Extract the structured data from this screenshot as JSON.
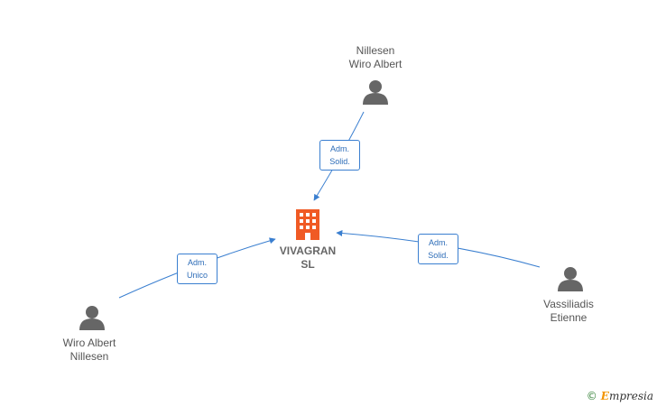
{
  "company": {
    "line1": "VIVAGRAN",
    "line2": "SL",
    "color": "#f05a24"
  },
  "people": [
    {
      "id": "p1",
      "line1": "Nillesen",
      "line2": "Wiro Albert"
    },
    {
      "id": "p2",
      "line1": "Wiro Albert",
      "line2": "Nillesen"
    },
    {
      "id": "p3",
      "line1": "Vassiliadis",
      "line2": "Etienne"
    }
  ],
  "edges": [
    {
      "from": "p1",
      "line1": "Adm.",
      "line2": "Solid."
    },
    {
      "from": "p2",
      "line1": "Adm.",
      "line2": "Unico"
    },
    {
      "from": "p3",
      "line1": "Adm.",
      "line2": "Solid."
    }
  ],
  "colors": {
    "edge": "#3a7fd0",
    "person": "#666666"
  },
  "watermark": {
    "symbol": "©",
    "brand_first": "E",
    "brand_rest": "mpresia"
  }
}
